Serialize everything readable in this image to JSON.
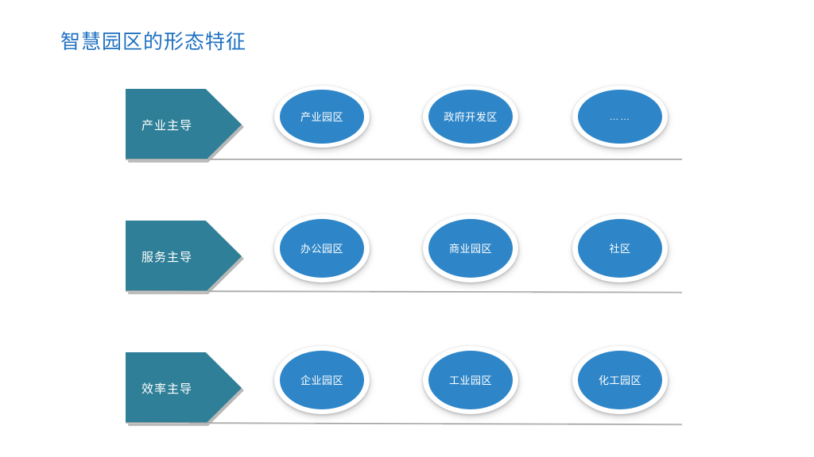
{
  "slide": {
    "title": "智慧园区的形态特征",
    "background": "#FFFFFF",
    "title_color": "#1F70C1",
    "arrow_color": "#2E7F97",
    "ellipse_color": "#2E86C8",
    "ellipse_ring_color": "#FFFFFF",
    "baseline_color": "#9D9D9D"
  },
  "rows": [
    {
      "arrow_label": "产业主导",
      "nodes": [
        {
          "label": "产业园区"
        },
        {
          "label": "政府开发区"
        },
        {
          "label": "……"
        }
      ]
    },
    {
      "arrow_label": "服务主导",
      "nodes": [
        {
          "label": "办公园区"
        },
        {
          "label": "商业园区"
        },
        {
          "label": "社区"
        }
      ]
    },
    {
      "arrow_label": "效率主导",
      "nodes": [
        {
          "label": "企业园区"
        },
        {
          "label": "工业园区"
        },
        {
          "label": "化工园区"
        }
      ]
    }
  ]
}
